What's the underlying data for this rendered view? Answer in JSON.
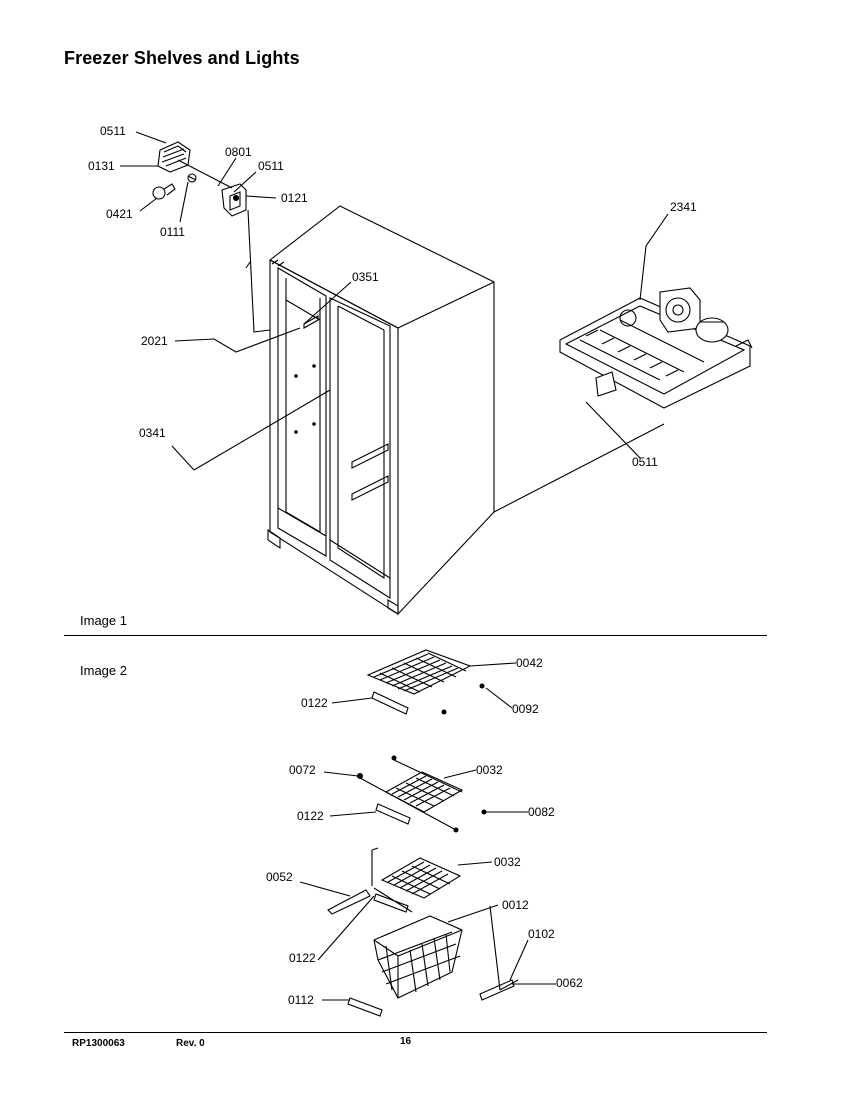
{
  "title": "Freezer Shelves and Lights",
  "sections": {
    "image1": "Image 1",
    "image2": "Image 2"
  },
  "callouts": {
    "c0511_top": "0511",
    "c0131": "0131",
    "c0801": "0801",
    "c0511_mid": "0511",
    "c0121": "0121",
    "c0421": "0421",
    "c0111": "0111",
    "c2341": "2341",
    "c0351": "0351",
    "c2021": "2021",
    "c0341": "0341",
    "c0511_right": "0511",
    "c0042": "0042",
    "c0122_a": "0122",
    "c0092": "0092",
    "c0072": "0072",
    "c0032_a": "0032",
    "c0122_b": "0122",
    "c0082": "0082",
    "c0052": "0052",
    "c0032_b": "0032",
    "c0012": "0012",
    "c0122_c": "0122",
    "c0102": "0102",
    "c0062": "0062",
    "c0112": "0112"
  },
  "footer": {
    "doc_id": "RP1300063",
    "rev": "Rev. 0",
    "page": "16"
  }
}
